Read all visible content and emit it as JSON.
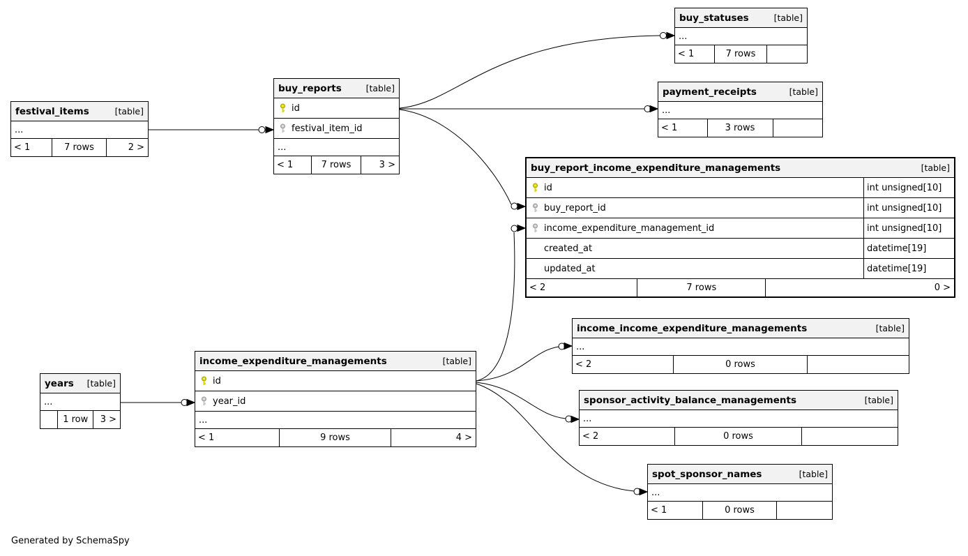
{
  "page": {
    "footnote": "Generated by SchemaSpy"
  },
  "colors": {
    "header_bg": "#f2f2f2",
    "border": "#000000",
    "primary_key": "#ddd600",
    "foreign_key": "#c6c6c6",
    "background": "#ffffff"
  },
  "tables": [
    {
      "name": "festival_items",
      "tag": "[table]",
      "columns": [
        {
          "icon": "",
          "label": "..."
        }
      ],
      "stats": {
        "left": "< 1",
        "center": "7 rows",
        "right": "2 >"
      }
    },
    {
      "name": "buy_reports",
      "tag": "[table]",
      "columns": [
        {
          "icon": "pk",
          "label": "id"
        },
        {
          "icon": "fk",
          "label": "festival_item_id"
        },
        {
          "icon": "",
          "label": "..."
        }
      ],
      "stats": {
        "left": "< 1",
        "center": "7 rows",
        "right": "3 >"
      }
    },
    {
      "name": "buy_statuses",
      "tag": "[table]",
      "columns": [
        {
          "icon": "",
          "label": "..."
        }
      ],
      "stats": {
        "left": "< 1",
        "center": "7 rows",
        "right": ""
      }
    },
    {
      "name": "payment_receipts",
      "tag": "[table]",
      "columns": [
        {
          "icon": "",
          "label": "..."
        }
      ],
      "stats": {
        "left": "< 1",
        "center": "3 rows",
        "right": ""
      }
    },
    {
      "name": "buy_report_income_expenditure_managements",
      "tag": "[table]",
      "columns": [
        {
          "icon": "pk",
          "label": "id",
          "type": "int unsigned[10]"
        },
        {
          "icon": "fk",
          "label": "buy_report_id",
          "type": "int unsigned[10]"
        },
        {
          "icon": "fk",
          "label": "income_expenditure_management_id",
          "type": "int unsigned[10]"
        },
        {
          "icon": "",
          "label": "created_at",
          "type": "datetime[19]"
        },
        {
          "icon": "",
          "label": "updated_at",
          "type": "datetime[19]"
        }
      ],
      "stats": {
        "left": "< 2",
        "center": "7 rows",
        "right": "0 >"
      }
    },
    {
      "name": "income_income_expenditure_managements",
      "tag": "[table]",
      "columns": [
        {
          "icon": "",
          "label": "..."
        }
      ],
      "stats": {
        "left": "< 2",
        "center": "0 rows",
        "right": ""
      }
    },
    {
      "name": "sponsor_activity_balance_managements",
      "tag": "[table]",
      "columns": [
        {
          "icon": "",
          "label": "..."
        }
      ],
      "stats": {
        "left": "< 2",
        "center": "0 rows",
        "right": ""
      }
    },
    {
      "name": "spot_sponsor_names",
      "tag": "[table]",
      "columns": [
        {
          "icon": "",
          "label": "..."
        }
      ],
      "stats": {
        "left": "< 1",
        "center": "0 rows",
        "right": ""
      }
    },
    {
      "name": "years",
      "tag": "[table]",
      "columns": [
        {
          "icon": "",
          "label": "..."
        }
      ],
      "stats": {
        "left": "",
        "center": "1 row",
        "right": "3 >"
      }
    },
    {
      "name": "income_expenditure_managements",
      "tag": "[table]",
      "columns": [
        {
          "icon": "pk",
          "label": "id"
        },
        {
          "icon": "fk",
          "label": "year_id"
        },
        {
          "icon": "",
          "label": "..."
        }
      ],
      "stats": {
        "left": "< 1",
        "center": "9 rows",
        "right": "4 >"
      }
    }
  ],
  "relationships": [
    {
      "from": "festival_items",
      "to": "buy_reports.festival_item_id"
    },
    {
      "from": "buy_reports.id",
      "to": "buy_statuses"
    },
    {
      "from": "buy_reports.id",
      "to": "payment_receipts"
    },
    {
      "from": "buy_reports.id",
      "to": "buy_report_income_expenditure_managements.buy_report_id"
    },
    {
      "from": "years",
      "to": "income_expenditure_managements.year_id"
    },
    {
      "from": "income_expenditure_managements.id",
      "to": "buy_report_income_expenditure_managements.income_expenditure_management_id"
    },
    {
      "from": "income_expenditure_managements.id",
      "to": "income_income_expenditure_managements"
    },
    {
      "from": "income_expenditure_managements.id",
      "to": "sponsor_activity_balance_managements"
    },
    {
      "from": "income_expenditure_managements.id",
      "to": "spot_sponsor_names"
    }
  ]
}
